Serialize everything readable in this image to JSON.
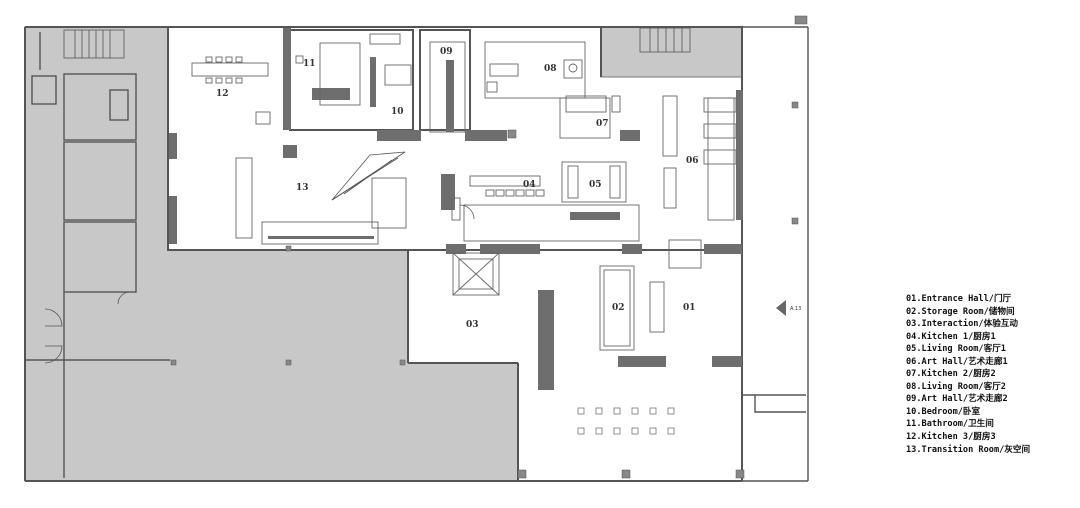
{
  "floor_plan": {
    "room_numbers": {
      "r01": "01",
      "r02": "02",
      "r03": "03",
      "r04": "04",
      "r05": "05",
      "r06": "06",
      "r07": "07",
      "r08": "08",
      "r09": "09",
      "r10": "10",
      "r11": "11",
      "r12": "12",
      "r13": "13"
    },
    "north_label": "A.13",
    "colors": {
      "shaded": "#c8c8c8",
      "wall": "#555555",
      "dark": "#6e6e6e",
      "line": "#7a7a7a"
    }
  },
  "legend": [
    "01.Entrance Hall/门厅",
    "02.Storage Room/储物间",
    "03.Interaction/体验互动",
    "04.Kitchen 1/厨房1",
    "05.Living Room/客厅1",
    "06.Art Hall/艺术走廊1",
    "07.Kitchen 2/厨房2",
    "08.Living Room/客厅2",
    "09.Art Hall/艺术走廊2",
    "10.Bedroom/卧室",
    "11.Bathroom/卫生间",
    "12.Kitchen 3/厨房3",
    "13.Transition Room/灰空间"
  ]
}
